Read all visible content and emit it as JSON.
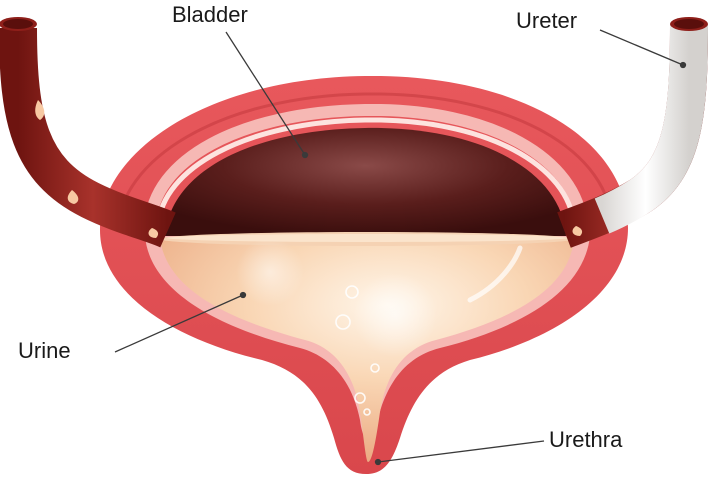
{
  "labels": {
    "bladder": "Bladder",
    "ureter": "Ureter",
    "urine": "Urine",
    "urethra": "Urethra"
  },
  "colors": {
    "outer_wall": "#e2565a",
    "outer_wall_dark": "#c8383e",
    "inner_lining": "#f6b8b4",
    "lining_pale": "#fde3df",
    "cavity_dark": "#4a1614",
    "cavity_mid": "#8a4040",
    "urine_light": "#fff2df",
    "urine_mid": "#f7c9a3",
    "urine_deep": "#e9a47c",
    "ureter_white": "#f2f0ee",
    "ureter_red": "#8e1f1a",
    "leader_line": "#3a3a3a",
    "label_text": "#1a1a1a"
  },
  "icons": {
    "bladder": "bladder-cross-section-illustration",
    "ureter_left": "ureter-tube-left",
    "ureter_right": "ureter-tube-right",
    "urethra": "urethra-outlet",
    "bubbles": "urine-bubbles"
  }
}
